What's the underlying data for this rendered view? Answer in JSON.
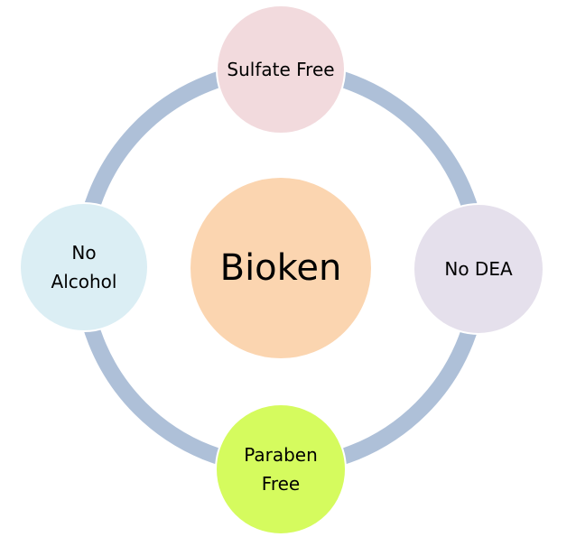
{
  "center": {
    "label": "Bioken",
    "color": "#fbd5b0"
  },
  "nodes": [
    {
      "label": "Sulfate Free",
      "color": "#f2dadd"
    },
    {
      "label": "No DEA",
      "color": "#e5e0ec"
    },
    {
      "label": "Paraben Free",
      "color": "#d5fb5e"
    },
    {
      "label": "No Alcohol",
      "color": "#dbeef4"
    }
  ],
  "ring_color": "#aec0d8"
}
